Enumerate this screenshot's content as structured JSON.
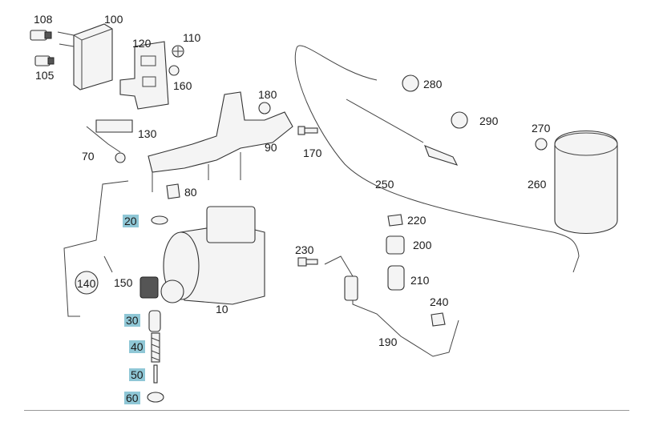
{
  "labels": [
    {
      "id": "108",
      "text": "108",
      "highlight": false
    },
    {
      "id": "100",
      "text": "100",
      "highlight": false
    },
    {
      "id": "105",
      "text": "105",
      "highlight": false
    },
    {
      "id": "120",
      "text": "120",
      "highlight": false
    },
    {
      "id": "110",
      "text": "110",
      "highlight": false
    },
    {
      "id": "160",
      "text": "160",
      "highlight": false
    },
    {
      "id": "180",
      "text": "180",
      "highlight": false
    },
    {
      "id": "130",
      "text": "130",
      "highlight": false
    },
    {
      "id": "70",
      "text": "70",
      "highlight": false
    },
    {
      "id": "90",
      "text": "90",
      "highlight": false
    },
    {
      "id": "170",
      "text": "170",
      "highlight": false
    },
    {
      "id": "280",
      "text": "280",
      "highlight": false
    },
    {
      "id": "290",
      "text": "290",
      "highlight": false
    },
    {
      "id": "270",
      "text": "270",
      "highlight": false
    },
    {
      "id": "260",
      "text": "260",
      "highlight": false
    },
    {
      "id": "250",
      "text": "250",
      "highlight": false
    },
    {
      "id": "80",
      "text": "80",
      "highlight": false
    },
    {
      "id": "20",
      "text": "20",
      "highlight": true
    },
    {
      "id": "140",
      "text": "140",
      "highlight": false
    },
    {
      "id": "150",
      "text": "150",
      "highlight": false
    },
    {
      "id": "10",
      "text": "10",
      "highlight": false
    },
    {
      "id": "30",
      "text": "30",
      "highlight": true
    },
    {
      "id": "40",
      "text": "40",
      "highlight": true
    },
    {
      "id": "50",
      "text": "50",
      "highlight": true
    },
    {
      "id": "60",
      "text": "60",
      "highlight": true
    },
    {
      "id": "220",
      "text": "220",
      "highlight": false
    },
    {
      "id": "230",
      "text": "230",
      "highlight": false
    },
    {
      "id": "200",
      "text": "200",
      "highlight": false
    },
    {
      "id": "210",
      "text": "210",
      "highlight": false
    },
    {
      "id": "240",
      "text": "240",
      "highlight": false
    },
    {
      "id": "190",
      "text": "190",
      "highlight": false
    }
  ],
  "colors": {
    "highlight": "#8fc7d6",
    "line": "#333333",
    "background": "#ffffff"
  }
}
